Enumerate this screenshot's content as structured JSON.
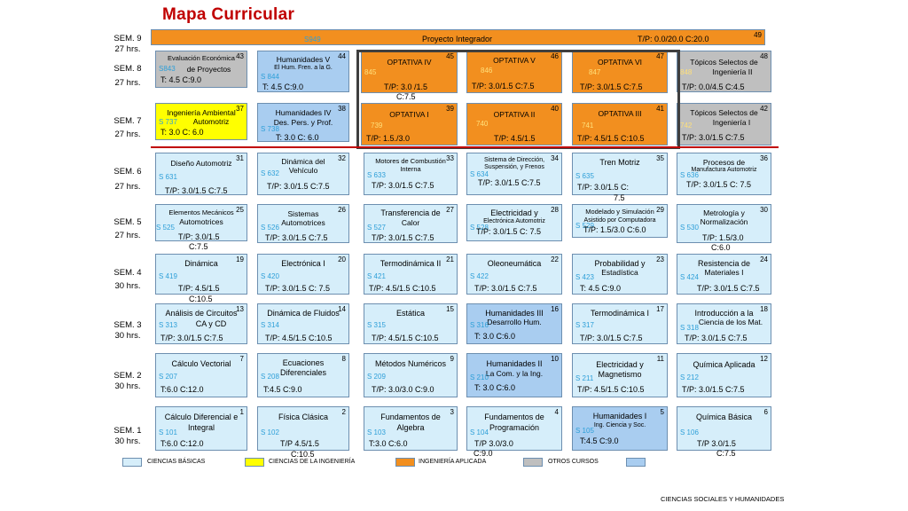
{
  "title": "Mapa Curricular",
  "semesters": [
    {
      "label": "SEM. 9",
      "hrs": "27 hrs."
    },
    {
      "label": "SEM. 8",
      "hrs": "27 hrs."
    },
    {
      "label": "SEM. 7",
      "hrs": "27 hrs."
    },
    {
      "label": "SEM. 6",
      "hrs": "27 hrs."
    },
    {
      "label": "SEM. 5",
      "hrs": "27 hrs."
    },
    {
      "label": "SEM. 4",
      "hrs": "30 hrs."
    },
    {
      "label": "SEM. 3",
      "hrs": "30 hrs."
    },
    {
      "label": "SEM. 2",
      "hrs": "30 hrs."
    },
    {
      "label": "SEM. 1",
      "hrs": "30 hrs."
    }
  ],
  "project": {
    "code": "S949",
    "name": "Proyecto Integrador",
    "hours": "T/P: 0.0/20.0     C:20.0",
    "num": "49"
  },
  "courses": {
    "c43": {
      "num": "43",
      "name": "Evaluación  Económica",
      "sub": "de Proyectos",
      "code": "S843",
      "hrs": "T: 4.5          C:9.0"
    },
    "c44": {
      "num": "44",
      "name": "Humanidades V",
      "sub": "El Hum. Fren. a la G.",
      "code": "S 844",
      "hrs": "T: 4.5          C:9.0"
    },
    "c45": {
      "num": "45",
      "name": "OPTATIVA IV",
      "code": "845",
      "hrs": "T/P: 3.0 /1.5",
      "hrs2": "C:7.5"
    },
    "c46": {
      "num": "46",
      "name": "OPTATIVA V",
      "code": "846",
      "hrs": "T/P: 3.0/1.5    C:7.5"
    },
    "c47": {
      "num": "47",
      "name": "OPTATIVA VI",
      "code": "847",
      "hrs": "T/P: 3.0/1.5    C:7.5"
    },
    "c48": {
      "num": "48",
      "name": "Tópicos Selectos de",
      "sub": "Ingeniería II",
      "code": "848",
      "hrs": "T/P: 0.0/4.5    C:4.5"
    },
    "c37": {
      "num": "37",
      "name": "Ingeniería Ambiental",
      "sub": "Automotriz",
      "code": "S 737",
      "hrs": "T: 3.0          C: 6.0"
    },
    "c38": {
      "num": "38",
      "name": "Humanidades  IV",
      "sub": "Des. Pers.  y  Prof.",
      "code": "S 738",
      "hrs": "T: 3.0          C: 6.0"
    },
    "c39": {
      "num": "39",
      "name": "OPTATIVA I",
      "code": "739",
      "hrs": "T/P:            1.5./3.0"
    },
    "c40": {
      "num": "40",
      "name": "OPTATIVA II",
      "code": "740",
      "hrs": "T/P: 4.5/1.5"
    },
    "c41": {
      "num": "41",
      "name": "OPTATIVA III",
      "code": "741",
      "hrs": "T/P: 4.5/1.5    C:10.5"
    },
    "c42": {
      "num": "42",
      "name": "Tópicos Selectos de",
      "sub": "Ingeniería I",
      "code": "742",
      "hrs": "T/P: 3.0/1.5     C:7.5"
    },
    "c31": {
      "num": "31",
      "name": "Diseño Automotriz",
      "code": "S 631",
      "hrs": "T/P: 3.0/1.5    C:7.5"
    },
    "c32": {
      "num": "32",
      "name": "Dinámica del",
      "sub": "Vehículo",
      "code": "S 632",
      "hrs": "T/P: 3.0/1.5    C:7.5"
    },
    "c33": {
      "num": "33",
      "name": "Motores de Combustión",
      "sub": "Interna",
      "code": "S 633",
      "hrs": "T/P: 3.0/1.5    C:7.5"
    },
    "c34": {
      "num": "34",
      "name": "Sistema de Dirección,",
      "sub": "Suspensión, y Frenos",
      "code": "S 634",
      "hrs": "T/P: 3.0/1.5    C:7.5"
    },
    "c35": {
      "num": "35",
      "name": "Tren Motriz",
      "code": "S 635",
      "hrs": "T/P: 3.0/1.5     C:",
      "hrs2": "7.5"
    },
    "c36": {
      "num": "36",
      "name": "Procesos de",
      "sub": "Manufactura Automotriz",
      "code": "S 636",
      "hrs": "T/P: 3.0/1.5    C: 7.5"
    },
    "c25": {
      "num": "25",
      "name": "Elementos Mecánicos",
      "sub": "Automotrices",
      "code": "S 525",
      "hrs": "T/P: 3.0/1.5",
      "hrs2": "C:7.5"
    },
    "c26": {
      "num": "26",
      "name": "Sistemas",
      "sub": "Automotrices",
      "code": "S 526",
      "hrs": "T/P: 3.0/1.5     C:7.5"
    },
    "c27": {
      "num": "27",
      "name": "Transferencia de",
      "sub": "Calor",
      "code": "S 527",
      "hrs": "T/P: 3.0/1.5    C:7.5"
    },
    "c28": {
      "num": "28",
      "name": "Electricidad y",
      "sub": "Electrónica Automotriz",
      "code": "S 528",
      "hrs": "T/P: 3.0/1.5    C: 7.5"
    },
    "c29": {
      "num": "29",
      "name": "Modelado  y Simulación",
      "sub": "Asistido por Computadora",
      "code": "S 529",
      "hrs": "T/P: 1.5/3.0    C:6.0"
    },
    "c30": {
      "num": "30",
      "name": "Metrología y",
      "sub": "Normalización",
      "code": "S 530",
      "hrs": "T/P: 1.5/3.0",
      "hrs2": "C:6.0"
    },
    "c19": {
      "num": "19",
      "name": "Dinámica",
      "code": "S 419",
      "hrs": "T/P: 4.5/1.5",
      "hrs2": "C:10.5"
    },
    "c20": {
      "num": "20",
      "name": "Electrónica I",
      "code": "S 420",
      "hrs": "T/P: 3.0/1.5    C: 7.5"
    },
    "c21": {
      "num": "21",
      "name": "Termodinámica II",
      "code": "S 421",
      "hrs": "T/P: 4.5/1.5    C:10.5"
    },
    "c22": {
      "num": "22",
      "name": "Oleoneumática",
      "code": "S 422",
      "hrs": "T/P: 3.0/1.5     C:7.5"
    },
    "c23": {
      "num": "23",
      "name": "Probabilidad y",
      "sub": "Estadística",
      "code": "S 423",
      "hrs": "T: 4.5              C:9.0"
    },
    "c24": {
      "num": "24",
      "name": "Resistencia de",
      "sub": "Materiales I",
      "code": "S 424",
      "hrs": "T/P: 3.0/1.5    C:7.5"
    },
    "c13": {
      "num": "13",
      "name": "Análisis de Circuitos",
      "sub": "CA y CD",
      "code": "S 313",
      "hrs": "T/P: 3.0/1.5     C:7.5"
    },
    "c14": {
      "num": "14",
      "name": "Dinámica de Fluidos",
      "code": "S 314",
      "hrs": "T/P: 4.5/1.5    C:10.5"
    },
    "c15": {
      "num": "15",
      "name": "Estática",
      "code": "S 315",
      "hrs": "T/P: 4.5/1.5    C:10.5"
    },
    "c16": {
      "num": "16",
      "name": "Humanidades III",
      "sub": "Desarrollo Hum.",
      "code": "S 316",
      "hrs": "T: 3.0            C:6.0"
    },
    "c17": {
      "num": "17",
      "name": "Termodinámica I",
      "code": "S 317",
      "hrs": "T/P: 3.0/1.5     C:7.5"
    },
    "c18": {
      "num": "18",
      "name": "Introducción a la",
      "sub": "Ciencia de los Mat.",
      "code": "S 318",
      "hrs": "T/P: 3.0/1.5     C:7.5"
    },
    "c7": {
      "num": "7",
      "name": "Cálculo Vectorial",
      "code": "S 207",
      "hrs": "T:6.0          C:12.0"
    },
    "c8": {
      "num": "8",
      "name": "Ecuaciones",
      "sub": "Diferenciales",
      "code": "S 208",
      "hrs": "T:4.5              C:9.0"
    },
    "c9": {
      "num": "9",
      "name": "Métodos Numéricos",
      "code": "S 209",
      "hrs": "T/P: 3.0/3.0    C:9.0"
    },
    "c10": {
      "num": "10",
      "name": "Humanidades II",
      "sub": "La Com. y la Ing.",
      "code": "S 210",
      "hrs": "T: 3.0            C:6.0"
    },
    "c11": {
      "num": "11",
      "name": "Electricidad y",
      "sub": "Magnetismo",
      "code": "S 211",
      "hrs": "T/P: 4.5/1.5    C:10.5"
    },
    "c12": {
      "num": "12",
      "name": "Química Aplicada",
      "code": "S 212",
      "hrs": "T/P: 3.0/1.5     C:7.5"
    },
    "c1": {
      "num": "1",
      "name": "Cálculo Diferencial e",
      "sub": "Integral",
      "code": "S 101",
      "hrs": "T:6.0          C:12.0"
    },
    "c2": {
      "num": "2",
      "name": "Física Clásica",
      "code": "S 102",
      "hrs": "T/P  4.5/1.5",
      "hrs2": "C:10.5"
    },
    "c3": {
      "num": "3",
      "name": "Fundamentos de",
      "sub": "Algebra",
      "code": "S 103",
      "hrs": "T:3.0            C:6.0"
    },
    "c4": {
      "num": "4",
      "name": "Fundamentos de",
      "sub": "Programación",
      "code": "S 104",
      "hrs": "T/P             3.0/3.0",
      "hrs2": "C:9.0"
    },
    "c5": {
      "num": "5",
      "name": "Humanidades I",
      "sub": "Ing. Ciencia y Soc.",
      "code": "S 105",
      "hrs": "T:4.5              C:9.0"
    },
    "c6": {
      "num": "6",
      "name": "Química Básica",
      "code": "S 106",
      "hrs": "T/P     3.0/1.5",
      "hrs2": "C:7.5"
    }
  },
  "legend": {
    "ciencias_basicas": "CIENCIAS BÁSICAS",
    "ciencias_ingenieria": "CIENCIAS DE LA INGENIERÍA",
    "ingenieria_aplicada": "INGENIERÍA APLICADA",
    "otros_cursos": "OTROS CURSOS",
    "ciencias_sociales": "CIENCIAS SOCIALES Y HUMANIDADES"
  },
  "colors": {
    "ciencias_basicas": "#d6eefa",
    "ciencias_ingenieria": "#ffff00",
    "ingenieria_aplicada": "#f28f1f",
    "otros_cursos": "#bfbfbf",
    "ciencias_sociales": "#a9cdf0",
    "title": "#c00000"
  }
}
